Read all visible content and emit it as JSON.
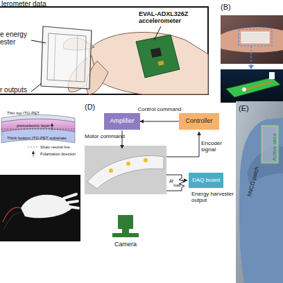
{
  "diagram": {
    "nodes": [
      {
        "text": [
          "Amplifier"
        ]
      },
      {
        "text": [
          "Controller"
        ]
      },
      {
        "text": [
          "DAQ board"
        ]
      },
      {
        "text": [
          "Camera"
        ]
      }
    ],
    "edges": [
      {
        "from": 1,
        "to": 0,
        "label": "Control command",
        "arrow": "to"
      }
    ],
    "labels": [
      "lerometer data",
      "e energy ester",
      "EVAL-ADXL326Z accelerometer",
      "r outputs",
      "(B)",
      "Thin top ITO-PET",
      "piezoelectric layer",
      "Thick bottom ITO-PET substrate",
      "Strain neutral line",
      "Polarization direction",
      "(D)",
      "Motor command",
      "Encoder signal",
      "R",
      "load",
      "Energy harvester output",
      "(E)",
      "Active area",
      "hNCG patch"
    ]
  }
}
